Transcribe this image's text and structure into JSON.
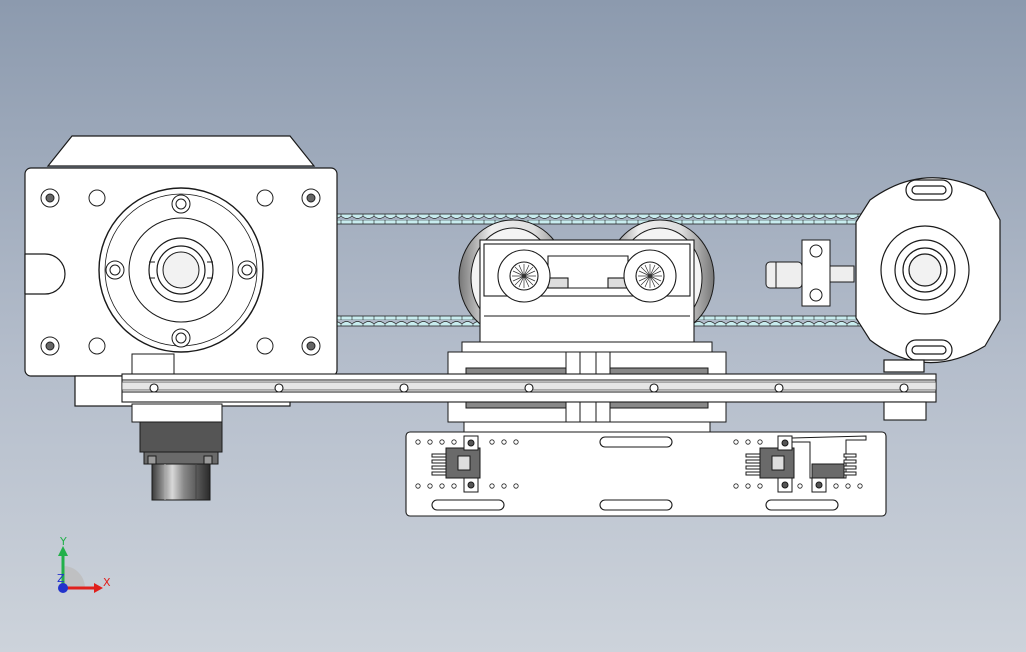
{
  "view": {
    "background_top": "#8c9aae",
    "background_bottom": "#cdd3db",
    "belt_color": "#c8ecef",
    "line_color": "#1a1a1a",
    "part_fill": "#ffffff"
  },
  "triad": {
    "x_label": "X",
    "y_label": "Y",
    "z_label": "Z",
    "x_color": "#e0201c",
    "y_color": "#22b04a",
    "z_color": "#2233cc"
  }
}
